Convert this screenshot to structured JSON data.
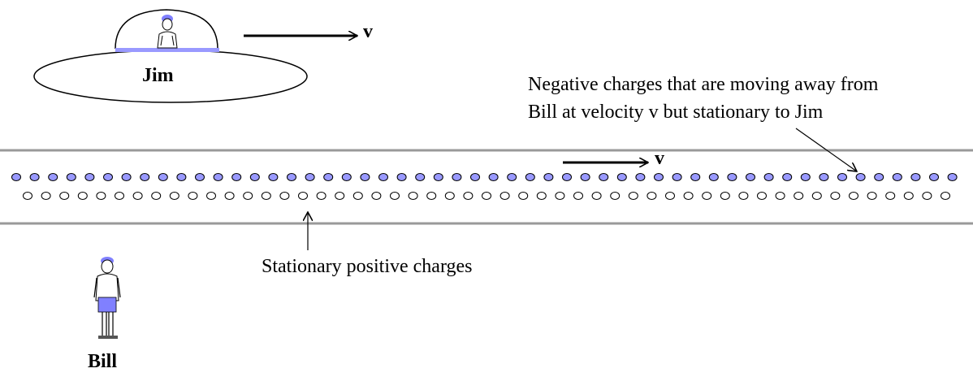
{
  "labels": {
    "jim": "Jim",
    "bill": "Bill",
    "v_ship": "v",
    "v_wire": "v",
    "negative_line1": "Negative charges that are moving away from",
    "negative_line2": "Bill at velocity v but stationary to Jim",
    "positive": "Stationary positive charges"
  },
  "charges": {
    "negative_count": 52,
    "positive_count": 51,
    "negative_color": "#9999ff",
    "positive_color": "#ffffff"
  },
  "colors": {
    "wire_line": "#999999",
    "ship_base": "#9999ff",
    "person_clothes": "#8080ff",
    "stroke": "#000000"
  }
}
